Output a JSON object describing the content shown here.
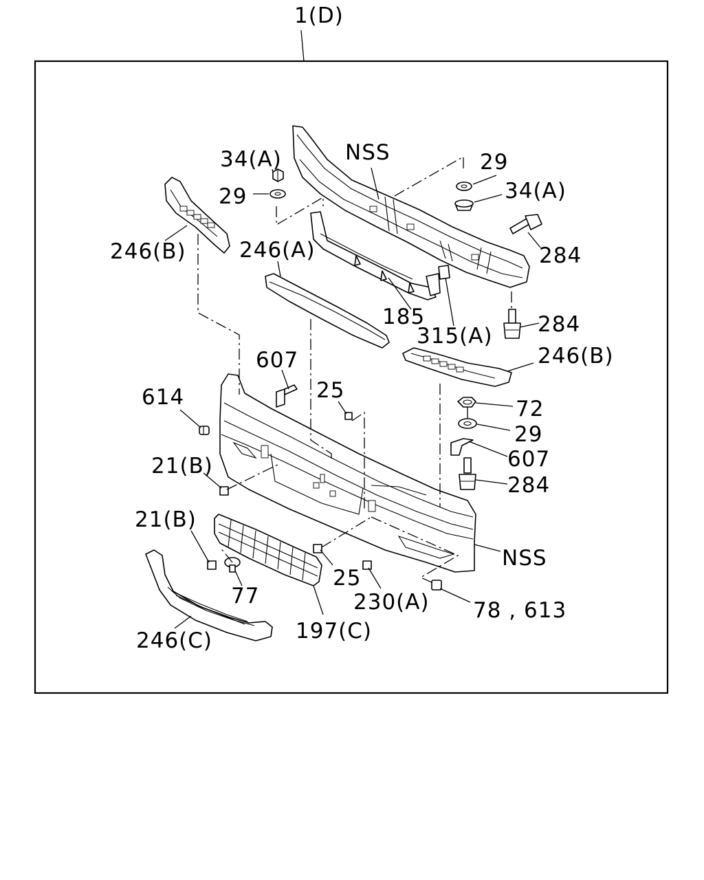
{
  "diagram": {
    "assembly_label": "1(D)",
    "colors": {
      "ink": "#000000",
      "paper": "#ffffff"
    },
    "labels": {
      "nss_top": "NSS",
      "nut_34a_left": "34(A)",
      "washer_29_left": "29",
      "washer_29_right": "29",
      "nut_34a_right": "34(A)",
      "bolt_284_top": "284",
      "trim_246b_left": "246(B)",
      "trim_246a": "246(A)",
      "bracket_185": "185",
      "bolt_284_mid": "284",
      "clip_315a": "315(A)",
      "trim_246b_right": "246(B)",
      "bracket_607_left": "607",
      "clip_25_upper": "25",
      "plug_614": "614",
      "nut_72": "72",
      "washer_29_lower": "29",
      "bracket_607_right": "607",
      "clip_21b_upper": "21(B)",
      "bolt_284_lower": "284",
      "clip_21b_lower": "21(B)",
      "nss_bottom": "NSS",
      "clip_25_lower": "25",
      "screw_77": "77",
      "clip_230a": "230(A)",
      "nut_78_613": "78 , 613",
      "grille_197c": "197(C)",
      "trim_246c": "246(C)"
    }
  }
}
